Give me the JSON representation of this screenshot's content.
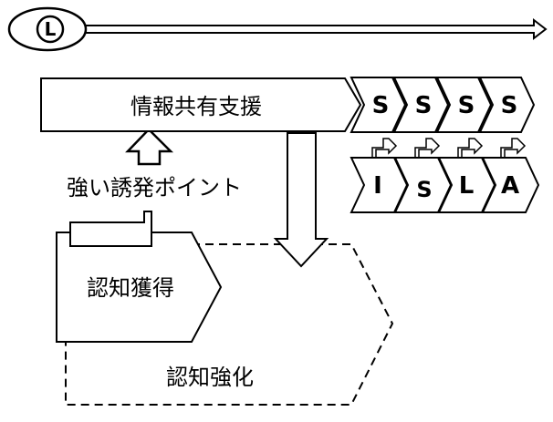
{
  "timeline": {
    "badge": "L"
  },
  "info_sharing": {
    "label": "情報共有支援"
  },
  "trigger": {
    "label": "強い誘発ポイント"
  },
  "acquisition": {
    "label": "認知獲得"
  },
  "reinforcement": {
    "label": "認知強化"
  },
  "s_row": [
    "S",
    "S",
    "S",
    "S"
  ],
  "sub_row": [
    "I",
    "S",
    "L",
    "A"
  ]
}
